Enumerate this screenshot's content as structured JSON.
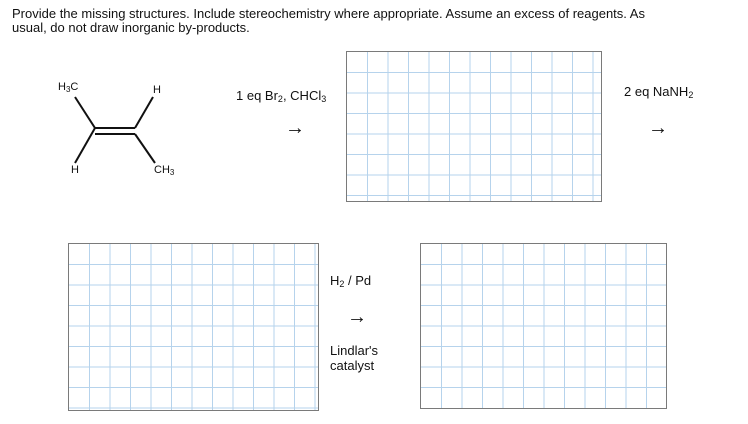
{
  "instructions": {
    "line1": "Provide the missing structures. Include stereochemistry where appropriate. Assume an excess of reagents. As",
    "line2": "usual, do not draw inorganic by-products."
  },
  "molecule": {
    "top_left": {
      "base": "H",
      "sub": "3",
      "tail": "C"
    },
    "top_right": "H",
    "bottom_left": "H",
    "bottom_right": {
      "base": "CH",
      "sub": "3"
    }
  },
  "steps": {
    "step1": {
      "text1": "1 eq Br",
      "sub1": "2",
      "text2": ", CHCl",
      "sub2": "3"
    },
    "step2": {
      "text1": "2 eq NaNH",
      "sub1": "2"
    },
    "step3": {
      "text1": "H",
      "sub1": "2",
      "text2": " / Pd",
      "line2": "Lindlar's",
      "line3": "catalyst"
    }
  },
  "arrow_glyph": "→",
  "colors": {
    "grid_line": "#b6d3ec",
    "box_border": "#7a7a7a",
    "text": "#111111"
  }
}
